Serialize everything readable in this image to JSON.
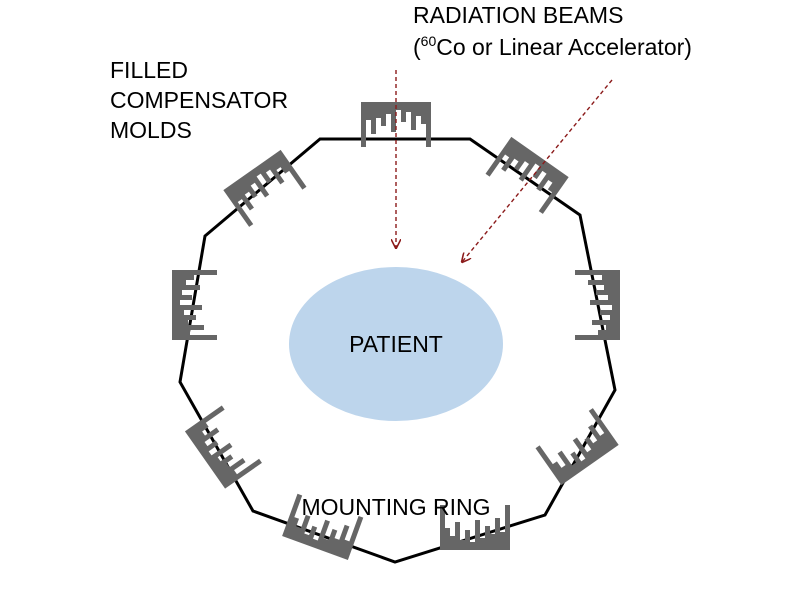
{
  "labels": {
    "beams_title": "RADIATION BEAMS",
    "beams_sub_pre": "(",
    "beams_sub_sup": "60",
    "beams_sub_post": "Co or Linear Accelerator)",
    "molds_line1": "FILLED",
    "molds_line2": "COMPENSATOR",
    "molds_line3": "MOLDS",
    "patient": "PATIENT",
    "ring": "MOUNTING RING"
  },
  "colors": {
    "patient_fill": "#bdd5ec",
    "mold_fill": "#666666",
    "ring_stroke": "#000000",
    "beam_arrow": "#8b1a1a"
  }
}
